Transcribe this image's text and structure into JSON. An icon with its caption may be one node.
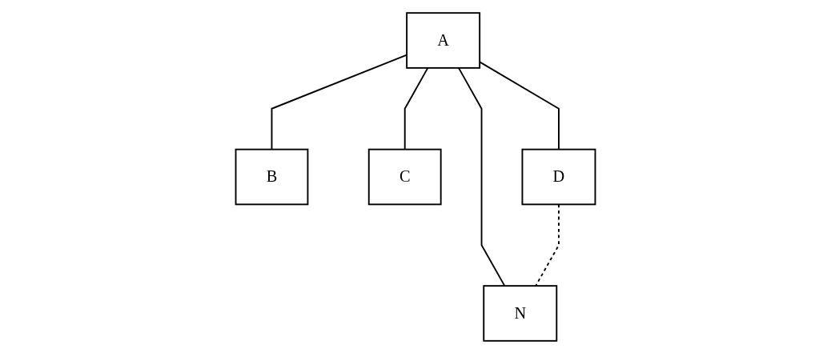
{
  "diagram": {
    "nodes": [
      {
        "text": [
          "A"
        ]
      },
      {
        "text": [
          "B"
        ]
      },
      {
        "text": [
          "C"
        ]
      },
      {
        "text": [
          "D"
        ]
      },
      {
        "text": [
          "N"
        ]
      }
    ],
    "edges": [
      {
        "from": 0,
        "to": 1,
        "arrow": "none"
      },
      {
        "from": 0,
        "to": 2,
        "arrow": "none"
      },
      {
        "from": 0,
        "to": 3,
        "arrow": "none"
      },
      {
        "from": 0,
        "to": 4,
        "arrow": "none"
      },
      {
        "from": 3,
        "to": 4,
        "arrow": "none",
        "style": "dashed"
      }
    ]
  }
}
